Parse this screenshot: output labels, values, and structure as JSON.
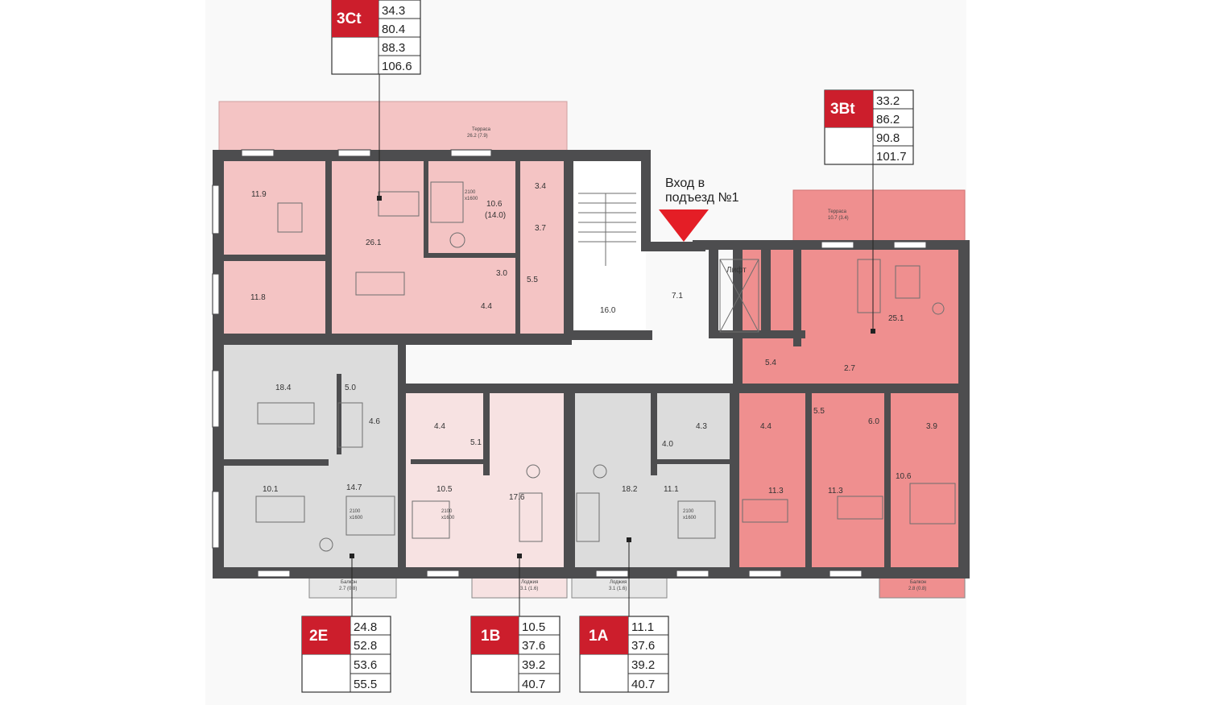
{
  "colors": {
    "accent": "#cc1e2c",
    "pink": "#f4c4c4",
    "lightpink": "#f7e2e2",
    "red": "#ef8f8f",
    "gray": "#dcdcdc",
    "lightgray": "#e6e6e6",
    "wall": "#4d4d4f"
  },
  "entrance": {
    "line1": "Вход в",
    "line2": "подъезд №1"
  },
  "lift_label": "Лифт",
  "apartments": {
    "a3ct": {
      "name": "3Ct",
      "values": [
        "34.3",
        "80.4",
        "88.3",
        "106.6"
      ]
    },
    "a3bt": {
      "name": "3Bt",
      "values": [
        "33.2",
        "86.2",
        "90.8",
        "101.7"
      ]
    },
    "a2e": {
      "name": "2E",
      "values": [
        "24.8",
        "52.8",
        "53.6",
        "55.5"
      ]
    },
    "a1b": {
      "name": "1B",
      "values": [
        "10.5",
        "37.6",
        "39.2",
        "40.7"
      ]
    },
    "a1a": {
      "name": "1A",
      "values": [
        "11.1",
        "37.6",
        "39.2",
        "40.7"
      ]
    }
  },
  "rooms": {
    "r119": "11.9",
    "r261": "26.1",
    "r106a": "10.6",
    "r140": "(14.0)",
    "r34": "3.4",
    "r37": "3.7",
    "r118": "11.8",
    "r30": "3.0",
    "r55a": "5.5",
    "r44a": "4.4",
    "r160": "16.0",
    "r71": "7.1",
    "r251": "25.1",
    "r54": "5.4",
    "r27": "2.7",
    "r184": "18.4",
    "r50": "5.0",
    "r46": "4.6",
    "r101": "10.1",
    "r147": "14.7",
    "r44b": "4.4",
    "r51": "5.1",
    "r105": "10.5",
    "r176": "17.6",
    "r182": "18.2",
    "r43": "4.3",
    "r40": "4.0",
    "r111": "11.1",
    "r44c": "4.4",
    "r55b": "5.5",
    "r60": "6.0",
    "r39": "3.9",
    "r113a": "11.3",
    "r113b": "11.3",
    "r106b": "10.6"
  },
  "small": {
    "terrace1": "Терраса",
    "terrace1v": "26.2 (7.9)",
    "terrace2": "Терраса",
    "terrace2v": "10.7 (3.4)",
    "balcony1": "Балкон",
    "balcony1v": "2.7 (0.8)",
    "loggia1": "Лоджия",
    "loggia1v": "3.1 (1.6)",
    "loggia2": "Лоджия",
    "loggia2v": "3.1 (1.6)",
    "balcony2": "Балкон",
    "balcony2v": "2.8 (0.8)",
    "bed1a": "2100",
    "bed1b": "x1600",
    "bed2a": "2100",
    "bed2b": "x1600",
    "bed3a": "2100",
    "bed3b": "x1600",
    "bed4a": "2100",
    "bed4b": "x1600"
  }
}
